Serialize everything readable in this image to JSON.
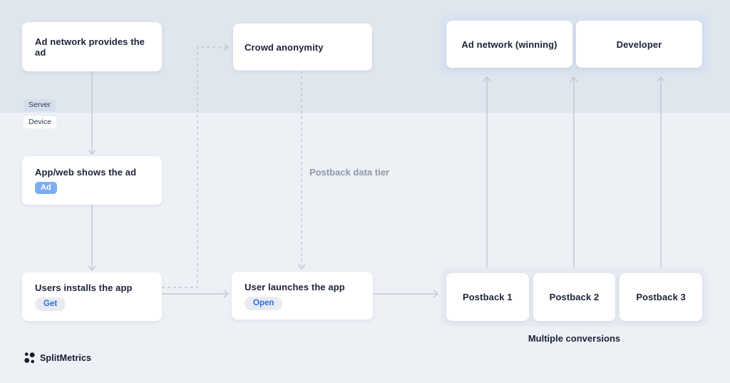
{
  "zones": {
    "server": "Server",
    "device": "Device"
  },
  "nodes": {
    "ad_network_provides": "Ad network provides the ad",
    "crowd_anonymity": "Crowd anonymity",
    "app_web_shows": "App/web shows the ad",
    "users_installs": "Users installs the app",
    "user_launches": "User launches the app",
    "ad_network_winning": "Ad network (winning)",
    "developer": "Developer",
    "postback_1": "Postback 1",
    "postback_2": "Postback 2",
    "postback_3": "Postback 3"
  },
  "badges": {
    "ad": "Ad",
    "get": "Get",
    "open": "Open"
  },
  "annotations": {
    "postback_data_tier": "Postback data tier",
    "multiple_conversions": "Multiple conversions"
  },
  "logo": {
    "name": "SplitMetrics"
  },
  "colors": {
    "server_band": "#dfe6ee",
    "device_band": "#edf1f6",
    "winner_panel": "#d8e3f0",
    "postback_panel": "#e6ebf2",
    "node_background": "#ffffff",
    "title_text": "#1c2337",
    "connector": "#b8c0cd",
    "badge_ad_bg": "#7cadf2",
    "badge_pill_bg": "#e8ebf1",
    "badge_pill_text": "#2b6de3",
    "muted_label": "#8e97aa",
    "logo_color": "#16192e"
  }
}
